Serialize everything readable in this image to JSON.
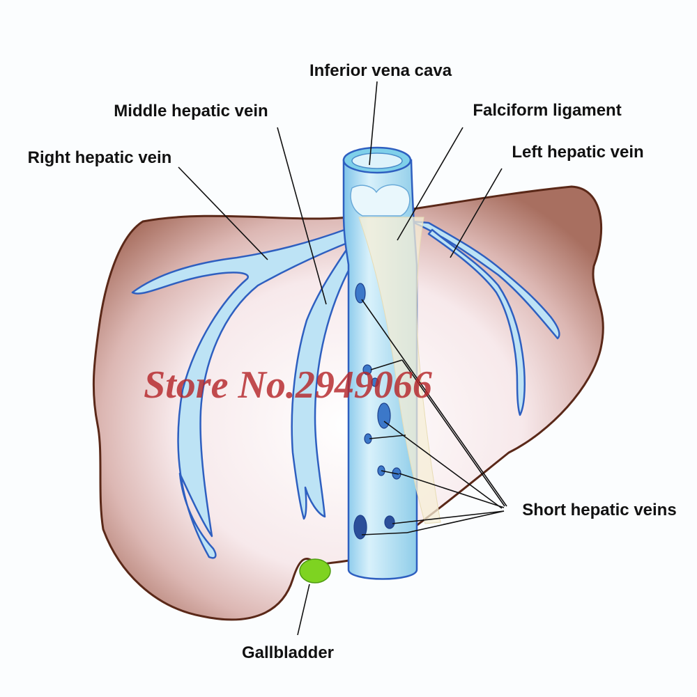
{
  "labels": {
    "inferior_vena_cava": "Inferior vena cava",
    "middle_hepatic_vein": "Middle hepatic vein",
    "falciform_ligament": "Falciform ligament",
    "right_hepatic_vein": "Right hepatic vein",
    "left_hepatic_vein": "Left hepatic vein",
    "short_hepatic_veins": "Short hepatic veins",
    "gallbladder": "Gallbladder"
  },
  "watermark": "Store No.2949066",
  "colors": {
    "liver_edge": "#5a2818",
    "liver_fill": "#a86f60",
    "liver_glow": "#f6e6e8",
    "vein_fill": "#bde3f5",
    "vein_edge": "#2e5fc0",
    "ligament": "#f3ecd4",
    "gallbladder": "#7ed321",
    "watermark": "#b5262a"
  }
}
